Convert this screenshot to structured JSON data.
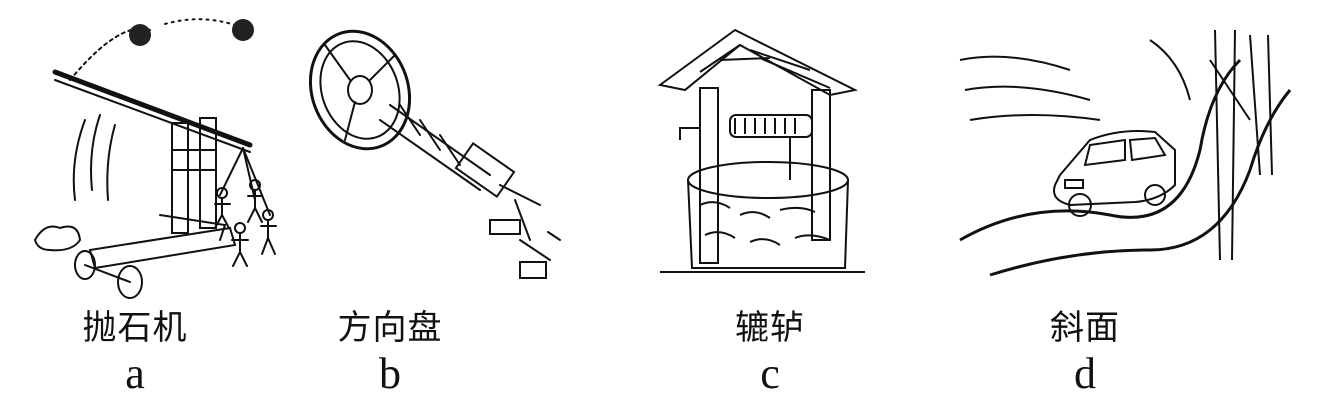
{
  "figures": [
    {
      "name": "抛石机",
      "letter": "a"
    },
    {
      "name": "方向盘",
      "letter": "b"
    },
    {
      "name": "辘轳",
      "letter": "c"
    },
    {
      "name": "斜面",
      "letter": "d"
    }
  ]
}
